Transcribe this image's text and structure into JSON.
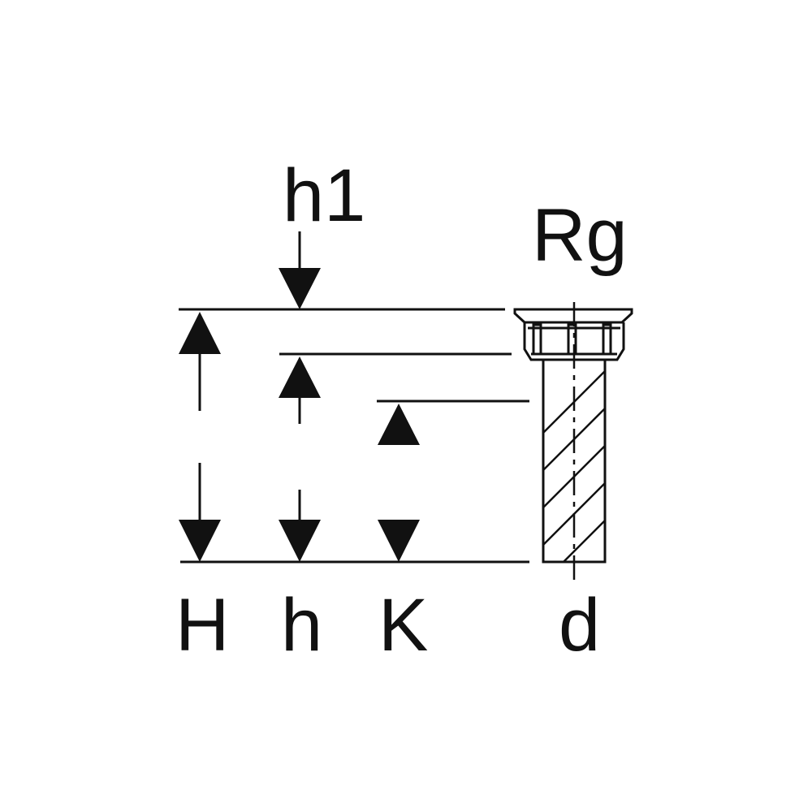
{
  "labels": {
    "h1": "h1",
    "rg": "Rg",
    "H": "H",
    "h": "h",
    "K": "K",
    "d": "d"
  },
  "colors": {
    "line": "#111111",
    "background": "#ffffff"
  }
}
